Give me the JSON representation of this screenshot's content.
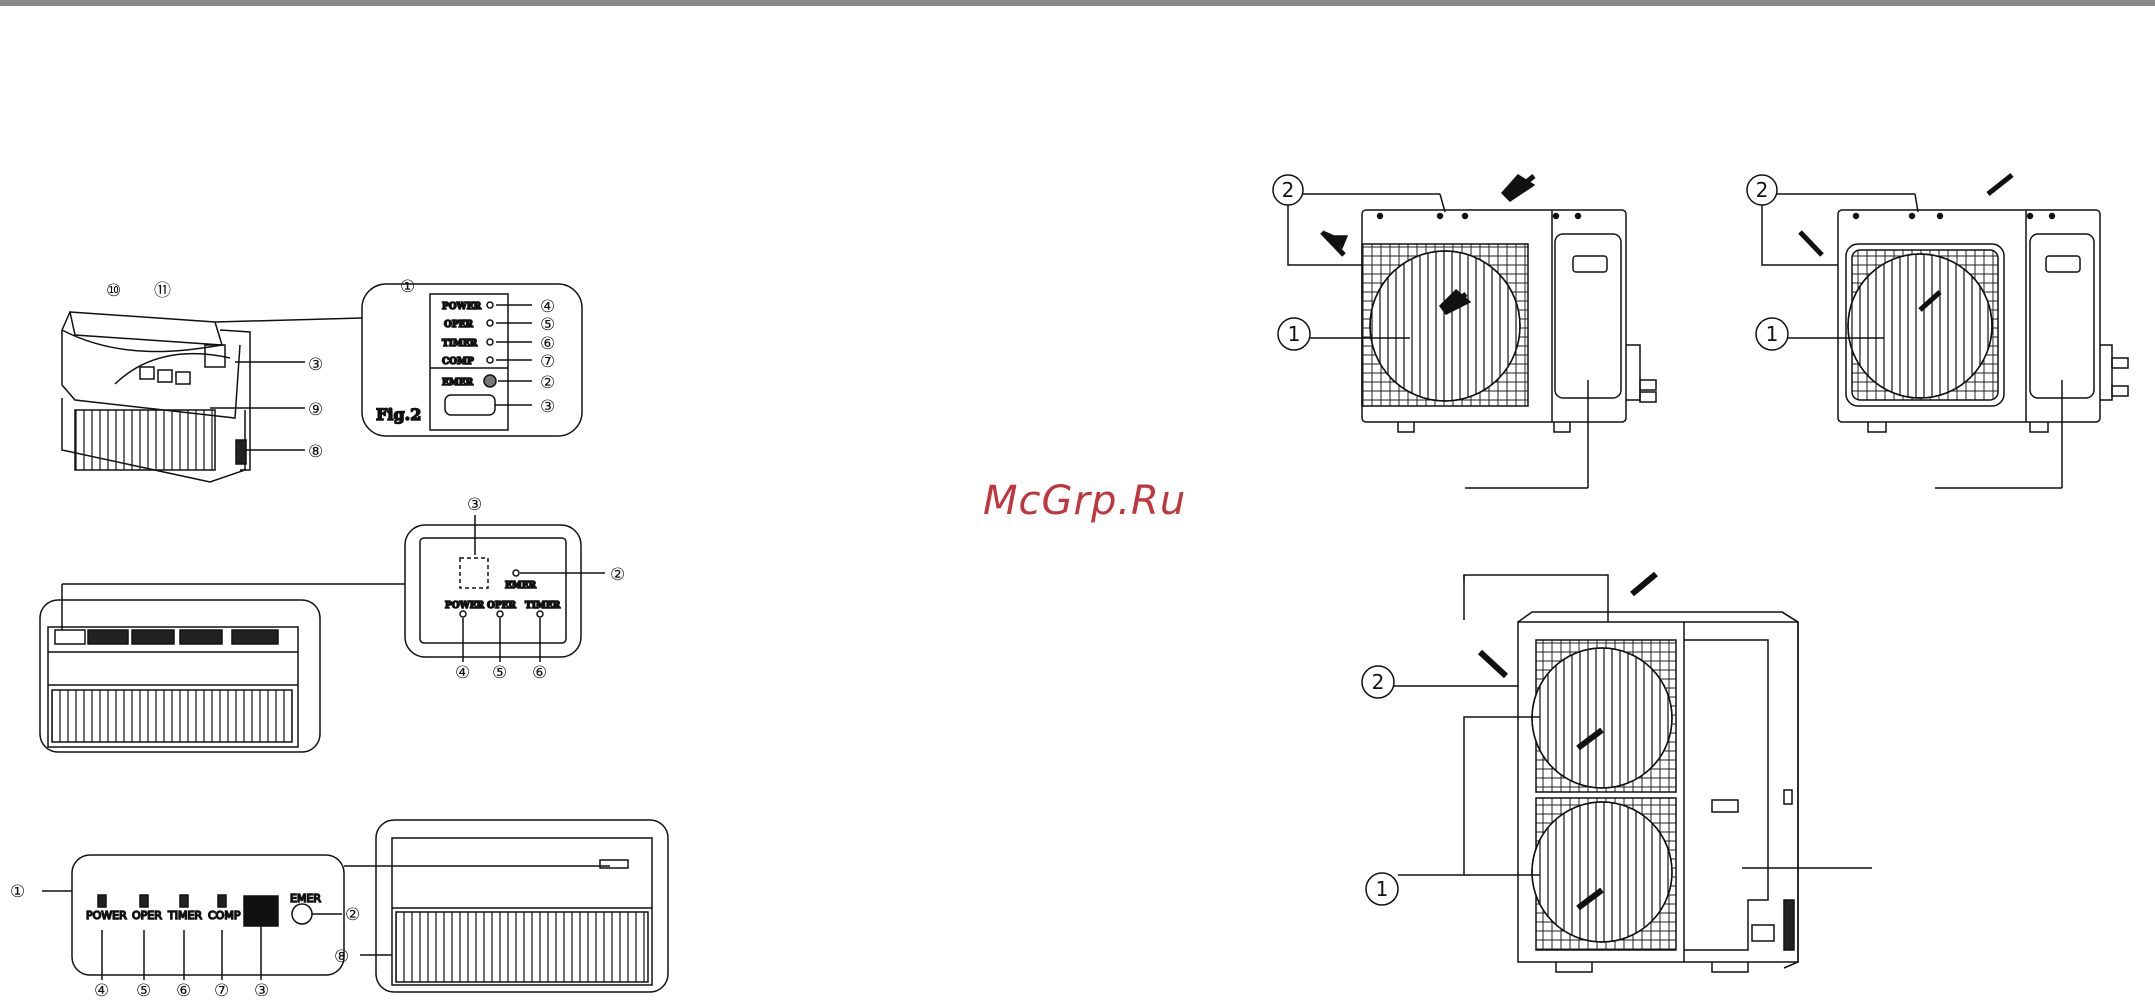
{
  "watermark": "McGrp.Ru",
  "figure": "Fig.2",
  "panel1": {
    "power": "POWER",
    "oper": "OPER",
    "timer": "TIMER",
    "comp": "COMP",
    "emer": "EMER"
  },
  "panel2": {
    "power": "POWER",
    "oper": "OPER",
    "timer": "TIMER",
    "emer": "EMER"
  },
  "panel3": {
    "power": "POWER",
    "oper": "OPER",
    "timer": "TIMER",
    "comp": "COMP",
    "emer": "EMER"
  },
  "callouts": {
    "one": "①",
    "two": "②",
    "three": "③",
    "four": "④",
    "five": "⑤",
    "six": "⑥",
    "seven": "⑦",
    "eight": "⑧",
    "nine": "⑨",
    "ten": "⑩",
    "eleven": "⑪"
  },
  "outdoor": {
    "n1": "1",
    "n2": "2"
  }
}
